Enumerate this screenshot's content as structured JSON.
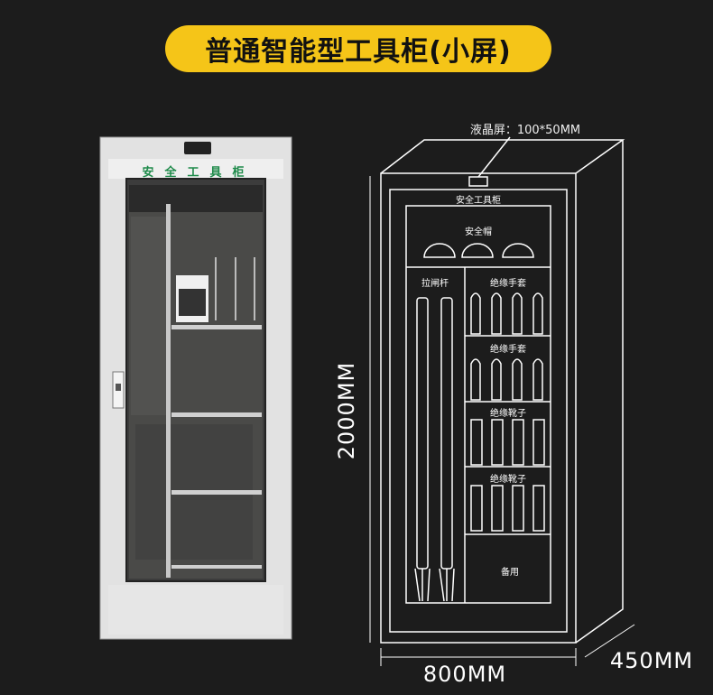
{
  "title": "普通智能型工具柜(小屏)",
  "photo": {
    "cabinet_sign": "安全工具柜"
  },
  "diagram": {
    "lcd_label": "液晶屏：100*50MM",
    "cabinet_label": "安全工具柜",
    "helmet_label": "安全帽",
    "pole_label": "拉闸杆",
    "gloves_label_1": "绝缘手套",
    "gloves_label_2": "绝缘手套",
    "boots_label_1": "绝缘靴子",
    "boots_label_2": "绝缘靴子",
    "spare_label": "备用",
    "height": "2000MM",
    "width": "800MM",
    "depth": "450MM"
  },
  "colors": {
    "accent": "#f5c518",
    "background": "#1c1c1c",
    "line": "#ffffff",
    "sign_green": "#1e8a4a"
  }
}
